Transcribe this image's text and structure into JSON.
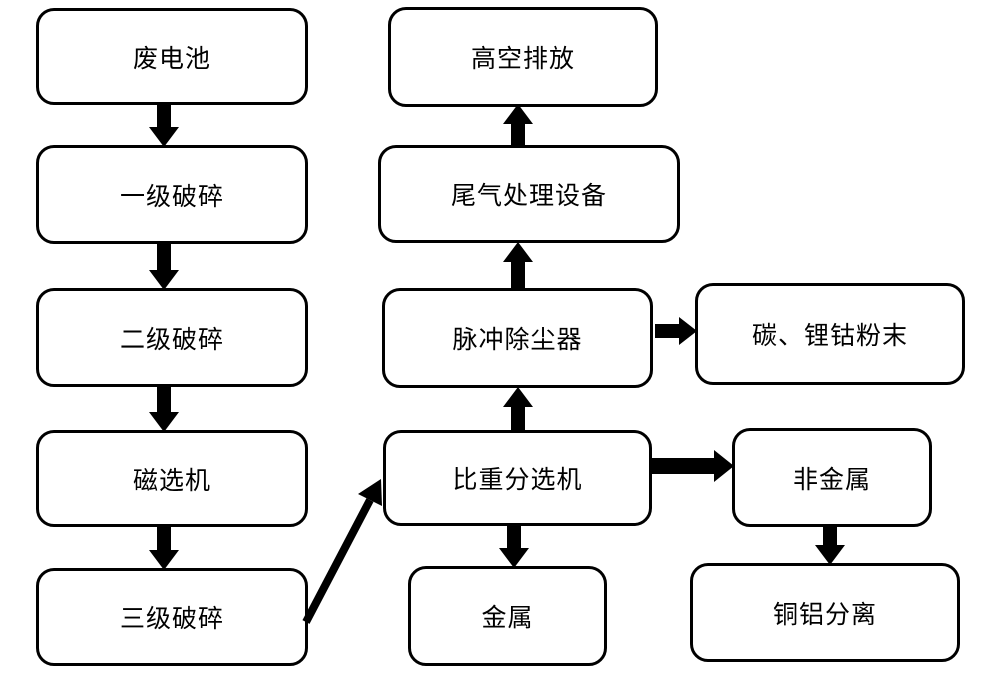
{
  "diagram": {
    "type": "flowchart",
    "colors": {
      "line": "#000000",
      "background": "#ffffff",
      "node_fill": "#ffffff",
      "text": "#000000"
    },
    "nodes": {
      "waste_battery": {
        "label": "废电池"
      },
      "primary_crushing": {
        "label": "一级破碎"
      },
      "secondary_crushing": {
        "label": "二级破碎"
      },
      "magnetic_separator": {
        "label": "磁选机"
      },
      "tertiary_crushing": {
        "label": "三级破碎"
      },
      "high_altitude_discharge": {
        "label": "高空排放"
      },
      "exhaust_gas_treatment": {
        "label": "尾气处理设备"
      },
      "pulse_dust_collector": {
        "label": "脉冲除尘器"
      },
      "gravity_separator": {
        "label": "比重分选机"
      },
      "metal": {
        "label": "金属"
      },
      "carbon_lithium_cobalt_powder": {
        "label": "碳、锂钴粉末"
      },
      "non_metal": {
        "label": "非金属"
      },
      "copper_aluminum_separation": {
        "label": "铜铝分离"
      }
    },
    "edges": [
      {
        "from": "废电池",
        "to": "一级破碎",
        "direction": "down"
      },
      {
        "from": "一级破碎",
        "to": "二级破碎",
        "direction": "down"
      },
      {
        "from": "二级破碎",
        "to": "磁选机",
        "direction": "down"
      },
      {
        "from": "磁选机",
        "to": "三级破碎",
        "direction": "down"
      },
      {
        "from": "三级破碎",
        "to": "比重分选机",
        "direction": "diagonal-up-right"
      },
      {
        "from": "比重分选机",
        "to": "脉冲除尘器",
        "direction": "up"
      },
      {
        "from": "脉冲除尘器",
        "to": "尾气处理设备",
        "direction": "up"
      },
      {
        "from": "尾气处理设备",
        "to": "高空排放",
        "direction": "up"
      },
      {
        "from": "脉冲除尘器",
        "to": "碳、锂钴粉末",
        "direction": "right"
      },
      {
        "from": "比重分选机",
        "to": "非金属",
        "direction": "right"
      },
      {
        "from": "比重分选机",
        "to": "金属",
        "direction": "down"
      },
      {
        "from": "非金属",
        "to": "铜铝分离",
        "direction": "down"
      }
    ]
  }
}
